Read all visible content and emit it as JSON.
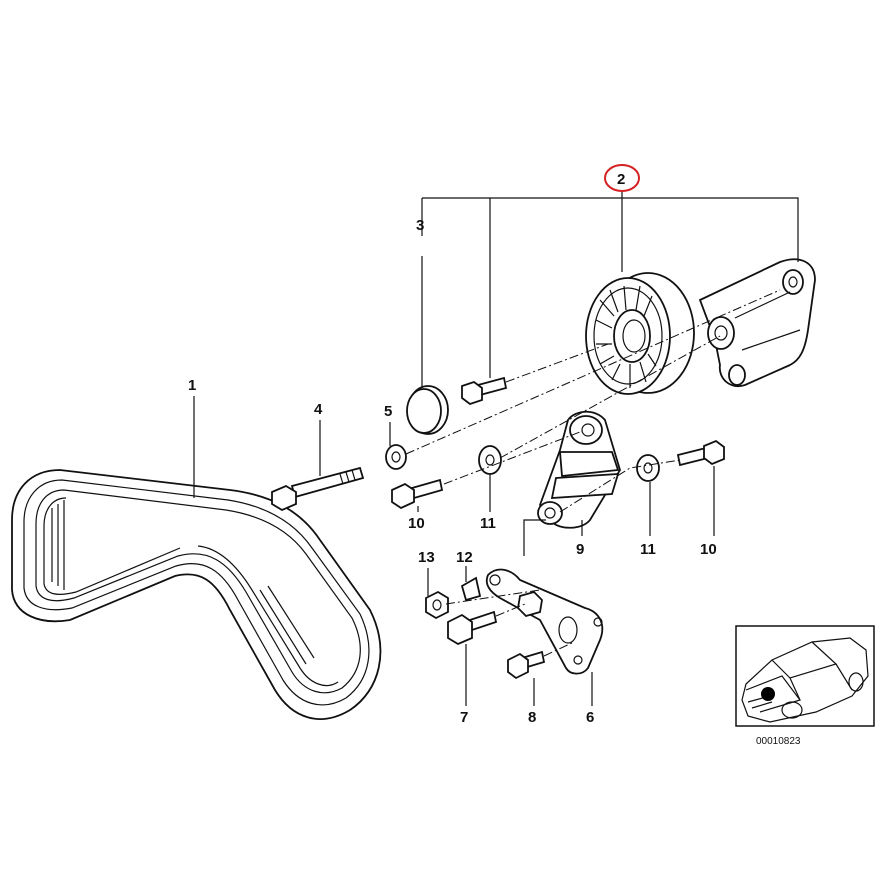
{
  "callouts": {
    "c1": "1",
    "c2": "2",
    "c3": "3",
    "c4": "4",
    "c5": "5",
    "c6": "6",
    "c7": "7",
    "c8": "8",
    "c9": "9",
    "c10a": "10",
    "c10b": "10",
    "c11a": "11",
    "c11b": "11",
    "c12": "12",
    "c13": "13"
  },
  "highlighted_callout": "2",
  "highlight_color": "#d42020",
  "reference_code": "00010823",
  "inset_marker_icon": "location-dot-icon"
}
